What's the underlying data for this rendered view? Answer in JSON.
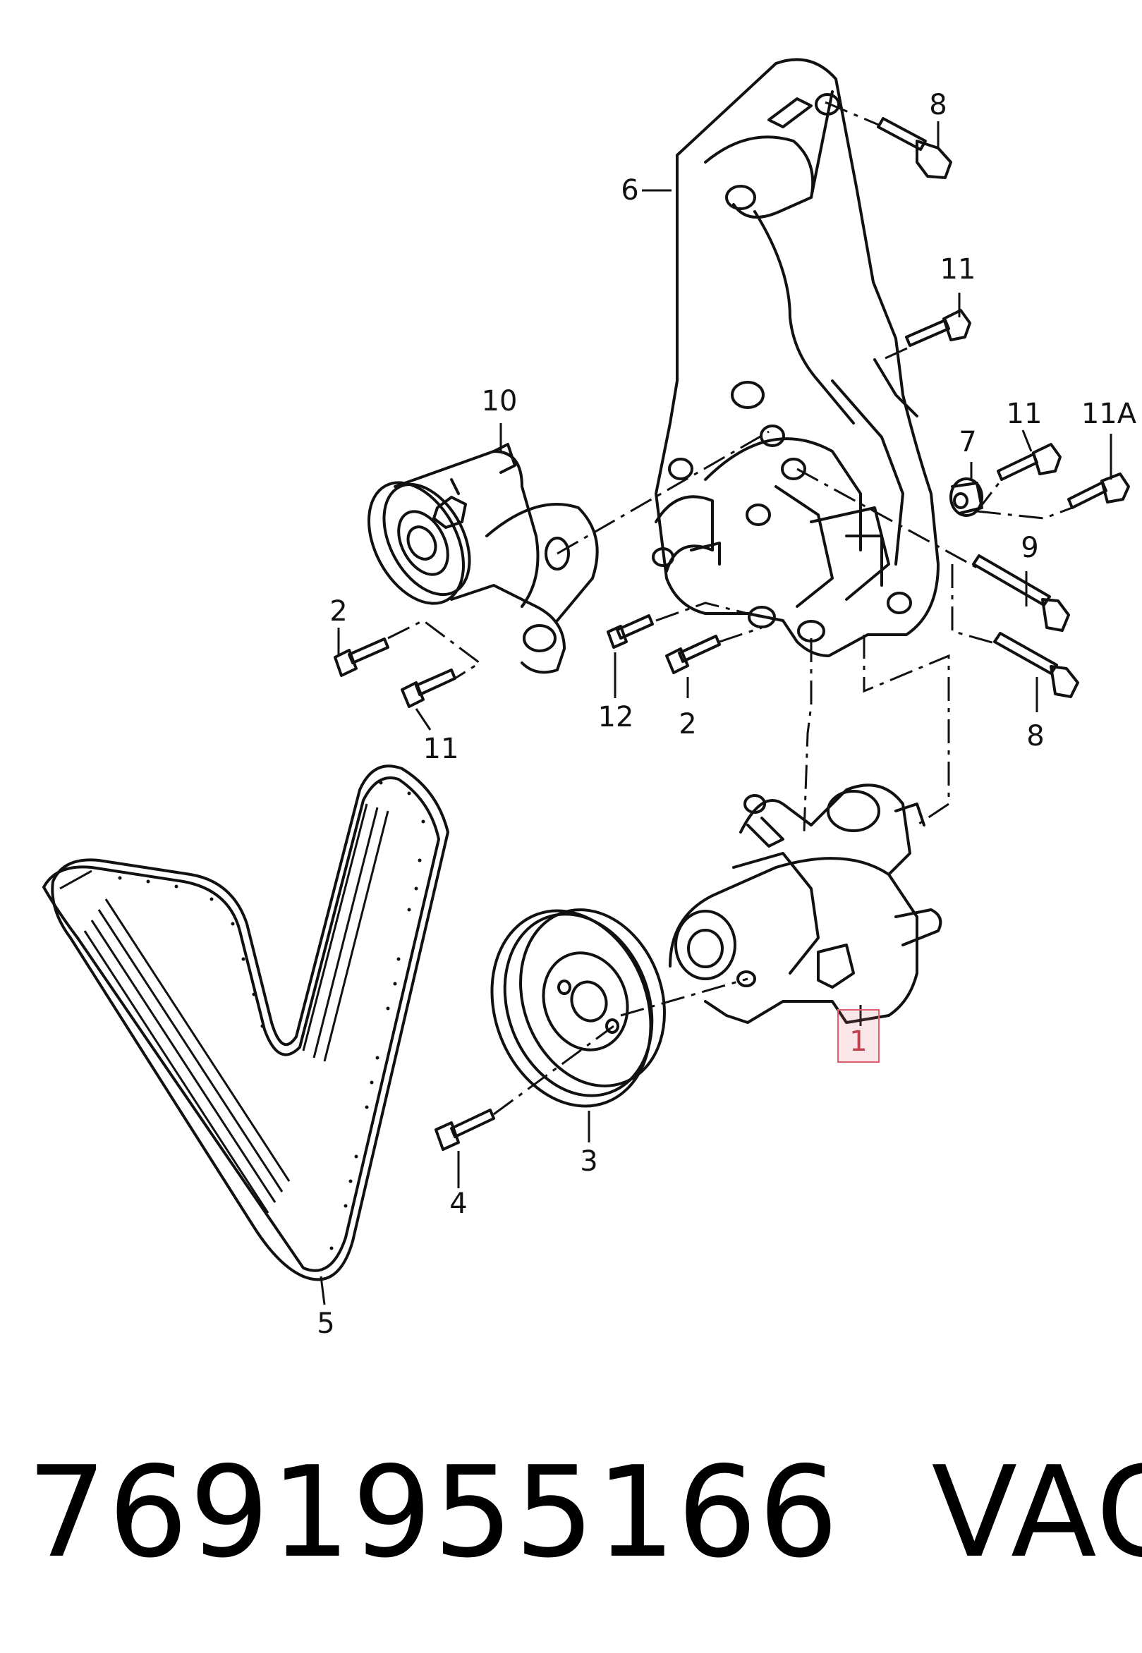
{
  "callouts": {
    "c1": "1",
    "c2a": "2",
    "c2b": "2",
    "c3": "3",
    "c4": "4",
    "c5": "5",
    "c6": "6",
    "c7": "7",
    "c8a": "8",
    "c8b": "8",
    "c9": "9",
    "c10": "10",
    "c11a": "11",
    "c11b": "11",
    "c11c": "11",
    "c11A": "11A",
    "c12": "12"
  },
  "highlight_color": "#e06070",
  "part_number": "7691955166",
  "brand": "VAG"
}
